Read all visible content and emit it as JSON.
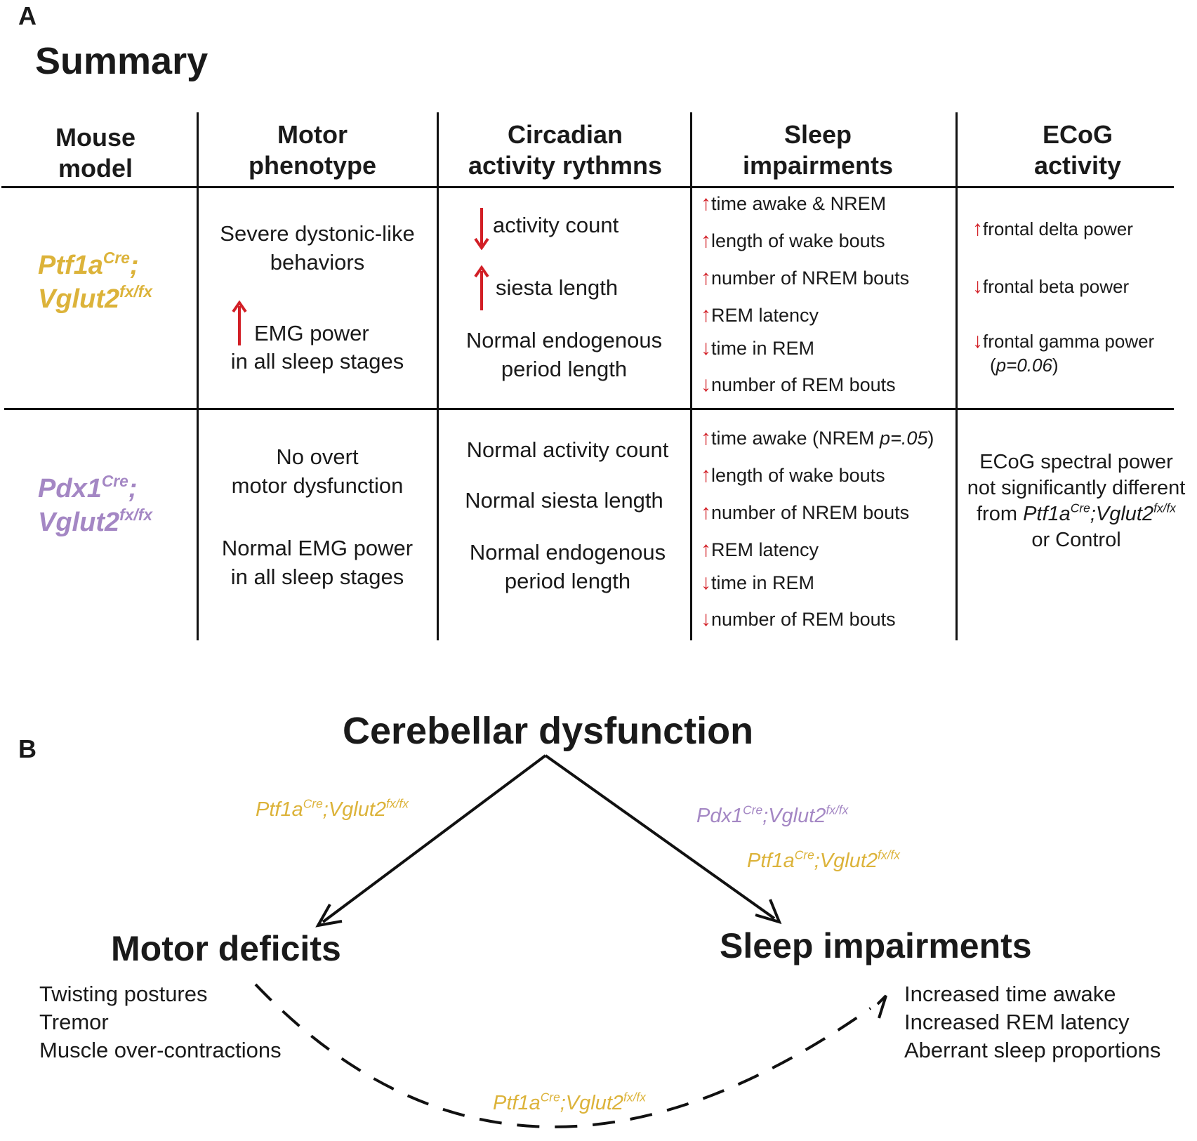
{
  "panel_a": {
    "letter": "A",
    "title": "Summary",
    "headers": [
      {
        "l1": "Mouse",
        "l2": "model"
      },
      {
        "l1": "Motor",
        "l2": "phenotype"
      },
      {
        "l1": "Circadian",
        "l2": "activity rythmns"
      },
      {
        "l1": "Sleep",
        "l2": "impairments"
      },
      {
        "l1": "ECoG",
        "l2": "activity"
      }
    ],
    "row1": {
      "mouse": {
        "p1": "Ptf1a",
        "s1": "Cre",
        "p2": ";",
        "p3": "Vglut2",
        "s3": "fx/fx"
      },
      "motor": {
        "a": "Severe dystonic-like",
        "b": "behaviors",
        "c": "EMG power",
        "d": "in all sleep stages"
      },
      "circadian": {
        "a": "activity count",
        "b": "siesta length",
        "c": "Normal endogenous",
        "d": "period length"
      },
      "sleep": [
        "time awake & NREM",
        "length of wake bouts",
        "number of NREM bouts",
        "REM latency",
        "time in REM",
        "number of REM bouts"
      ],
      "ecog": {
        "a": "frontal delta power",
        "b": "frontal beta power",
        "c": "frontal gamma power",
        "d1": "(",
        "d2": "p=0.06",
        "d3": ")"
      }
    },
    "row2": {
      "mouse": {
        "p1": "Pdx1",
        "s1": "Cre",
        "p2": ";",
        "p3": "Vglut2",
        "s3": "fx/fx"
      },
      "motor": {
        "a": "No overt",
        "b": "motor dysfunction",
        "c": "Normal EMG power",
        "d": "in all sleep stages"
      },
      "circadian": {
        "a": "Normal activity count",
        "b": "Normal siesta length",
        "c": "Normal endogenous",
        "d": "period length"
      },
      "sleep": {
        "first_a": "time awake (NREM ",
        "first_b": "p=.05",
        "first_c": ")",
        "rest": [
          "length of wake bouts",
          "number of NREM bouts",
          "REM latency",
          "time in REM",
          "number of REM bouts"
        ]
      },
      "ecog": {
        "a": "ECoG spectral power",
        "b": "not significantly different",
        "c1": "from ",
        "c2": "Ptf1a",
        "c3": "Cre",
        "c4": ";Vglut2",
        "c5": "fx/fx",
        "d": "or Control"
      }
    }
  },
  "panel_b": {
    "letter": "B",
    "top": "Cerebellar dysfunction",
    "left_title": "Motor deficits",
    "left_items": [
      "Twisting postures",
      "Tremor",
      "Muscle over-contractions"
    ],
    "right_title": "Sleep impairments",
    "right_items": [
      "Increased time awake",
      "Increased REM latency",
      "Aberrant sleep proportions"
    ],
    "label_left": {
      "p1": "Ptf1a",
      "s1": "Cre",
      "p2": ";Vglut2",
      "s2": "fx/fx"
    },
    "label_right_1": {
      "p1": "Pdx1",
      "s1": "Cre",
      "p2": ";Vglut2",
      "s2": "fx/fx"
    },
    "label_right_2": {
      "p1": "Ptf1a",
      "s1": "Cre",
      "p2": ";Vglut2",
      "s2": "fx/fx"
    },
    "label_bottom": {
      "p1": "Ptf1a",
      "s1": "Cre",
      "p2": ";Vglut2",
      "s2": "fx/fx"
    }
  },
  "colors": {
    "ptf1a": "#dcb33a",
    "pdx1": "#a487c4",
    "arrow": "#d21f26"
  }
}
